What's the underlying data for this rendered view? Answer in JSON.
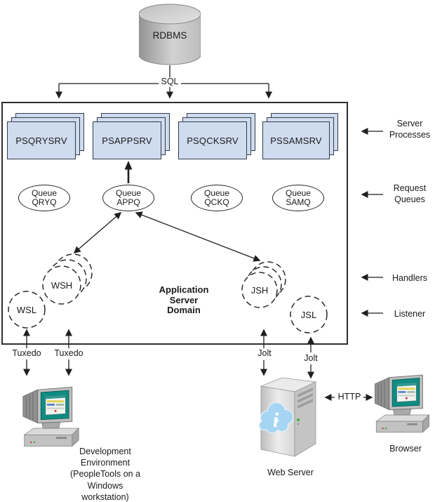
{
  "database": {
    "label": "RDBMS"
  },
  "connections": {
    "sql": "SQL",
    "tuxedo_left": "Tuxedo",
    "tuxedo_right": "Tuxedo",
    "jolt_left": "Jolt",
    "jolt_right": "Jolt",
    "http": "HTTP"
  },
  "domain": {
    "title": "Application\nServer\nDomain",
    "server_processes": [
      {
        "label": "PSQRYSRV"
      },
      {
        "label": "PSAPPSRV"
      },
      {
        "label": "PSQCKSRV"
      },
      {
        "label": "PSSAMSRV"
      }
    ],
    "queues": [
      {
        "label": "Queue\nQRYQ"
      },
      {
        "label": "Queue\nAPPQ"
      },
      {
        "label": "Queue\nQCKQ"
      },
      {
        "label": "Queue\nSAMQ"
      }
    ],
    "handlers": {
      "wsh": "WSH",
      "jsh": "JSH"
    },
    "listeners": {
      "wsl": "WSL",
      "jsl": "JSL"
    }
  },
  "annotations": {
    "server_processes": "Server\nProcesses",
    "request_queues": "Request\nQueues",
    "handlers": "Handlers",
    "listener": "Listener"
  },
  "machines": {
    "development": {
      "caption": "Development\nEnvironment\n(PeopleTools on a\nWindows\nworkstation)"
    },
    "web_server": {
      "caption": "Web Server"
    },
    "browser": {
      "caption": "Browser"
    }
  },
  "colors": {
    "process_box_fill": "#cfdbee",
    "process_box_border": "#323c49",
    "line": "#1f1f1f",
    "screen_teal": "#0f8c83",
    "cloud_blue": "#a5d5f2",
    "cylinder_gray": "#c0c0c0"
  }
}
